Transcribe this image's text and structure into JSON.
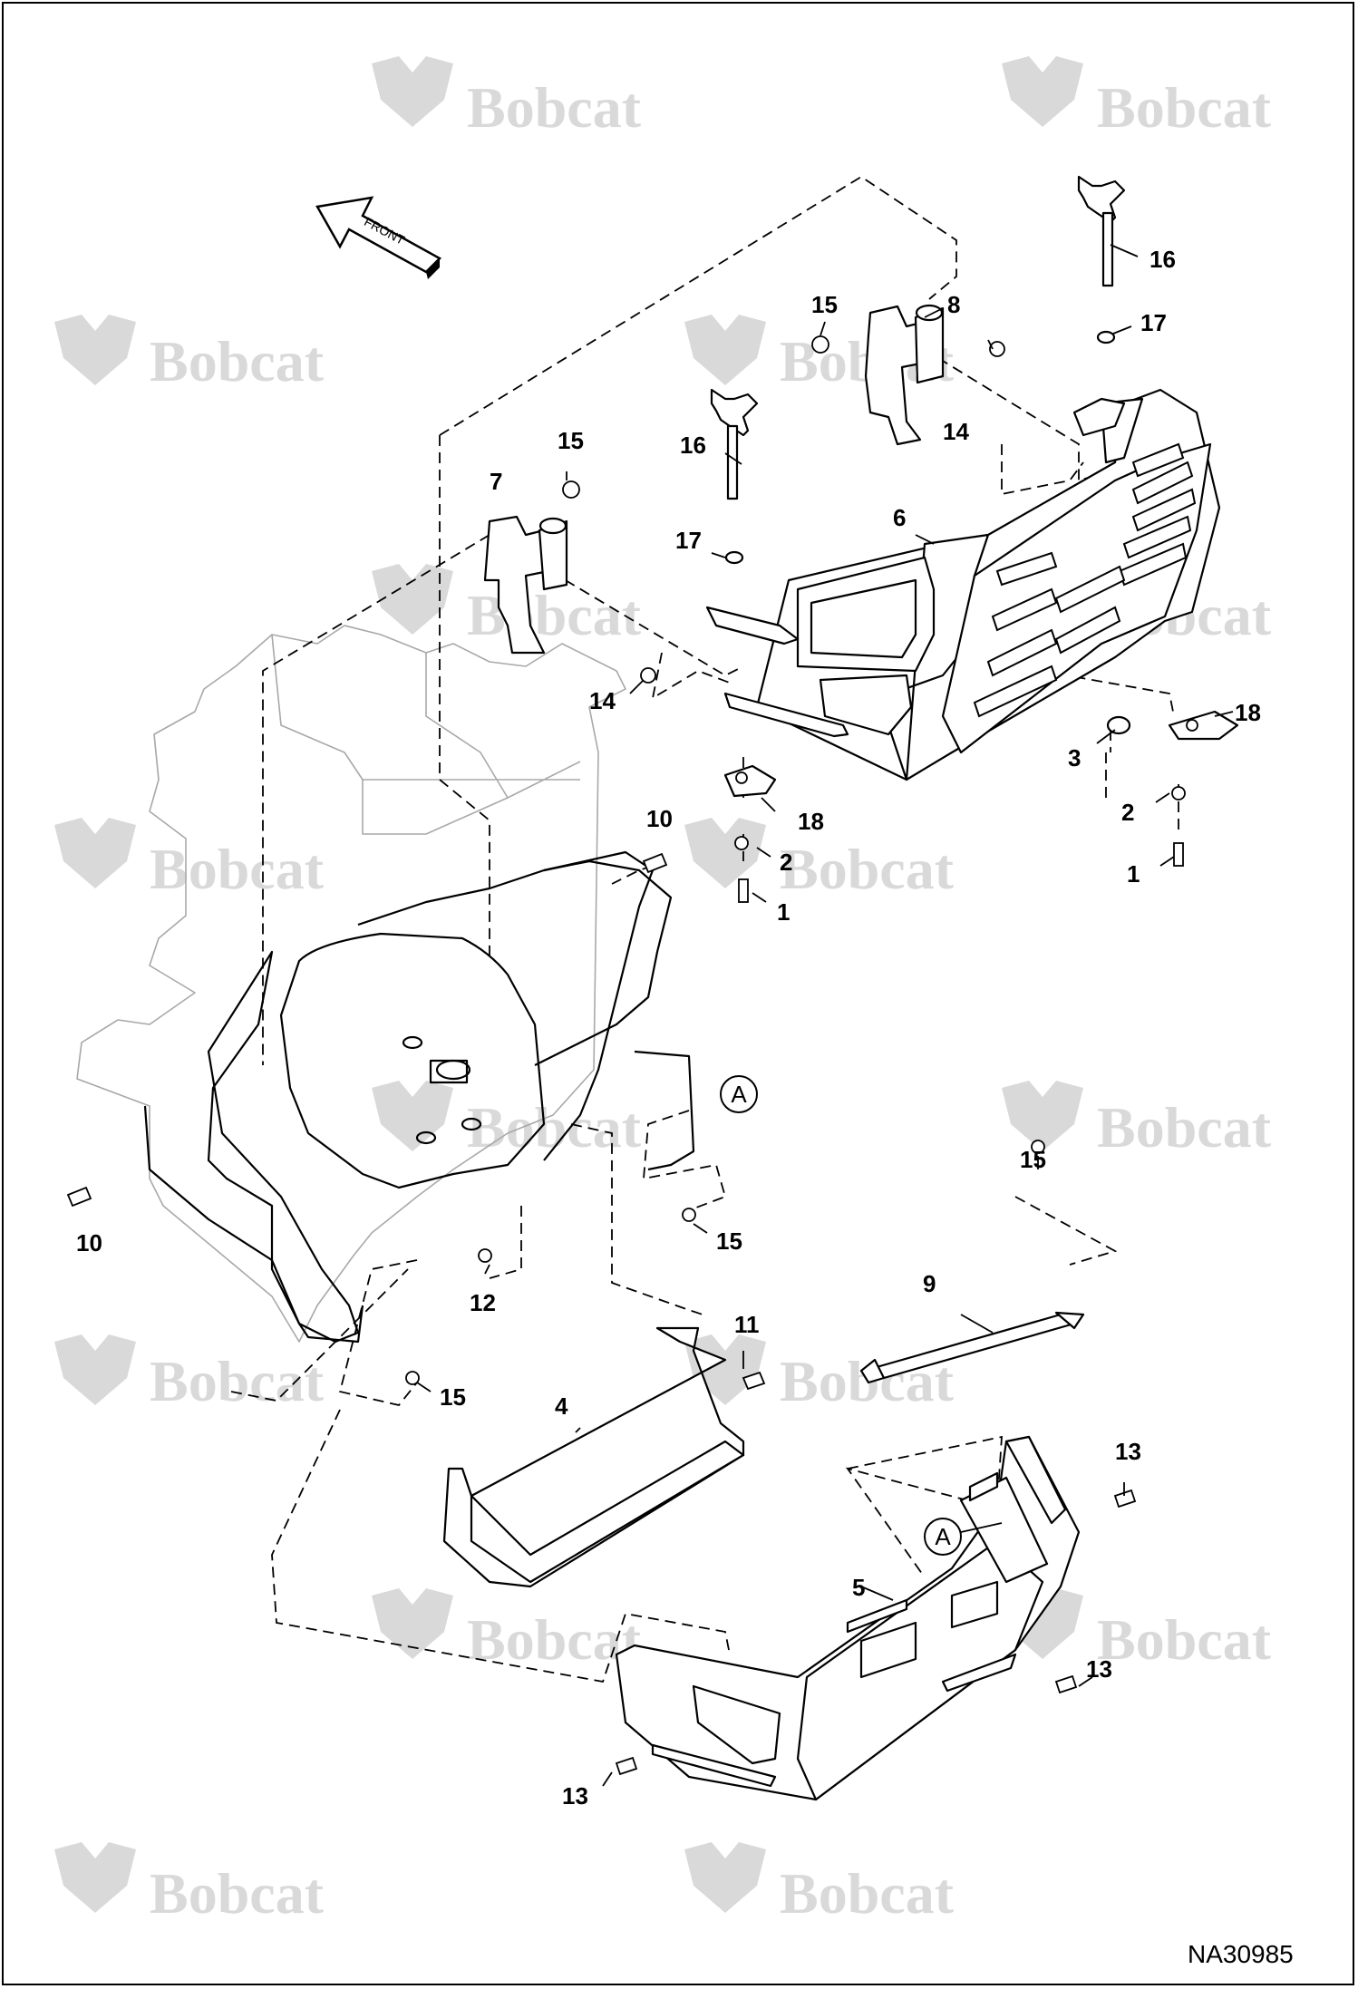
{
  "brand": {
    "watermark_text": "Bobcat",
    "watermark_color": "#d9d9d9"
  },
  "orientation": {
    "label": "FRONT"
  },
  "figure_id": "NA30985",
  "reference_letter": "A",
  "parts": [
    {
      "id": "1",
      "label": "1"
    },
    {
      "id": "2",
      "label": "2"
    },
    {
      "id": "3",
      "label": "3"
    },
    {
      "id": "4",
      "label": "4"
    },
    {
      "id": "5",
      "label": "5"
    },
    {
      "id": "6",
      "label": "6"
    },
    {
      "id": "7",
      "label": "7"
    },
    {
      "id": "8",
      "label": "8"
    },
    {
      "id": "9",
      "label": "9"
    },
    {
      "id": "10",
      "label": "10"
    },
    {
      "id": "11",
      "label": "11"
    },
    {
      "id": "12",
      "label": "12"
    },
    {
      "id": "13",
      "label": "13"
    },
    {
      "id": "14",
      "label": "14"
    },
    {
      "id": "15",
      "label": "15"
    },
    {
      "id": "16",
      "label": "16"
    },
    {
      "id": "17",
      "label": "17"
    },
    {
      "id": "18",
      "label": "18"
    }
  ]
}
